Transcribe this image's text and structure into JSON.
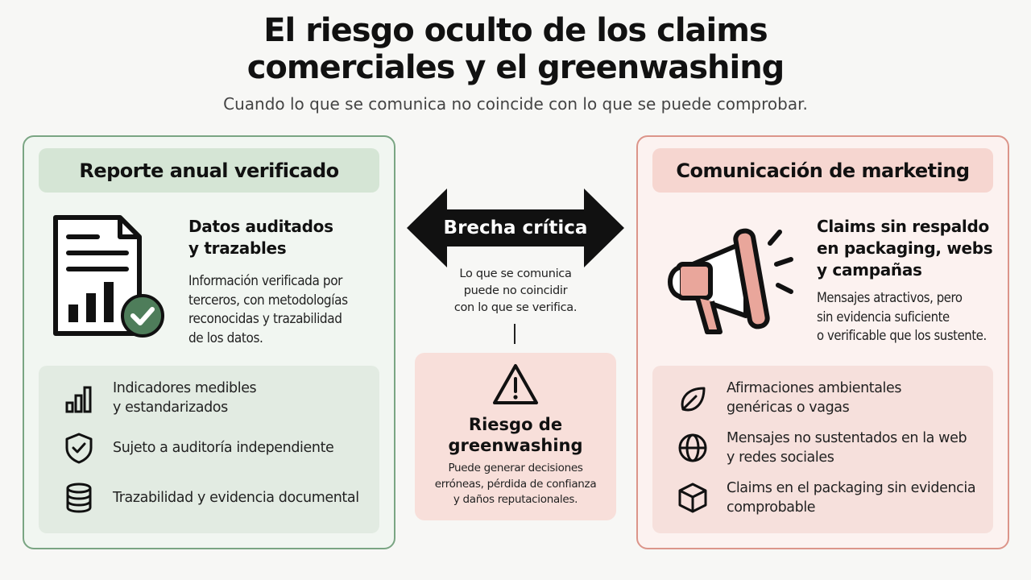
{
  "title_lines": [
    "El riesgo oculto de los claims",
    "comerciales y el greenwashing"
  ],
  "subtitle": "Cuando lo que se comunica no coincide con lo que se puede comprobar.",
  "left_panel": {
    "header": "Reporte anual verificado",
    "heading_lines": [
      "Datos auditados",
      "y trazables"
    ],
    "body_lines": [
      "Información verificada por",
      "terceros, con metodologías",
      "reconocidas y trazabilidad",
      "de los datos."
    ],
    "items": [
      {
        "icon": "bar-chart-icon",
        "lines": [
          "Indicadores medibles",
          "y estandarizados"
        ]
      },
      {
        "icon": "shield-check-icon",
        "lines": [
          "Sujeto a auditoría independiente"
        ]
      },
      {
        "icon": "database-icon",
        "lines": [
          "Trazabilidad y evidencia documental"
        ]
      }
    ]
  },
  "center": {
    "arrow_label": "Brecha crítica",
    "gap_lines": [
      "Lo que se comunica",
      "puede no coincidir",
      "con lo que se verifica."
    ],
    "risk_title_lines": [
      "Riesgo de",
      "greenwashing"
    ],
    "risk_desc_lines": [
      "Puede generar decisiones",
      "erróneas, pérdida de confianza",
      "y daños reputacionales."
    ]
  },
  "right_panel": {
    "header": "Comunicación de marketing",
    "heading_lines": [
      "Claims sin respaldo",
      "en packaging, webs",
      "y campañas"
    ],
    "body_lines": [
      "Mensajes atractivos, pero",
      "sin evidencia suficiente",
      "o verificable que los sustente."
    ],
    "items": [
      {
        "icon": "leaf-icon",
        "lines": [
          "Afirmaciones ambientales",
          "genéricas o vagas"
        ]
      },
      {
        "icon": "globe-icon",
        "lines": [
          "Mensajes no sustentados en la web",
          "y redes sociales"
        ]
      },
      {
        "icon": "box-icon",
        "lines": [
          "Claims en el packaging sin evidencia",
          "comprobable"
        ]
      }
    ]
  },
  "colors": {
    "green_border": "#7aa583",
    "green_accent": "#4e7d5a",
    "red_border": "#dc958a",
    "red_accent": "#e9a69b"
  }
}
